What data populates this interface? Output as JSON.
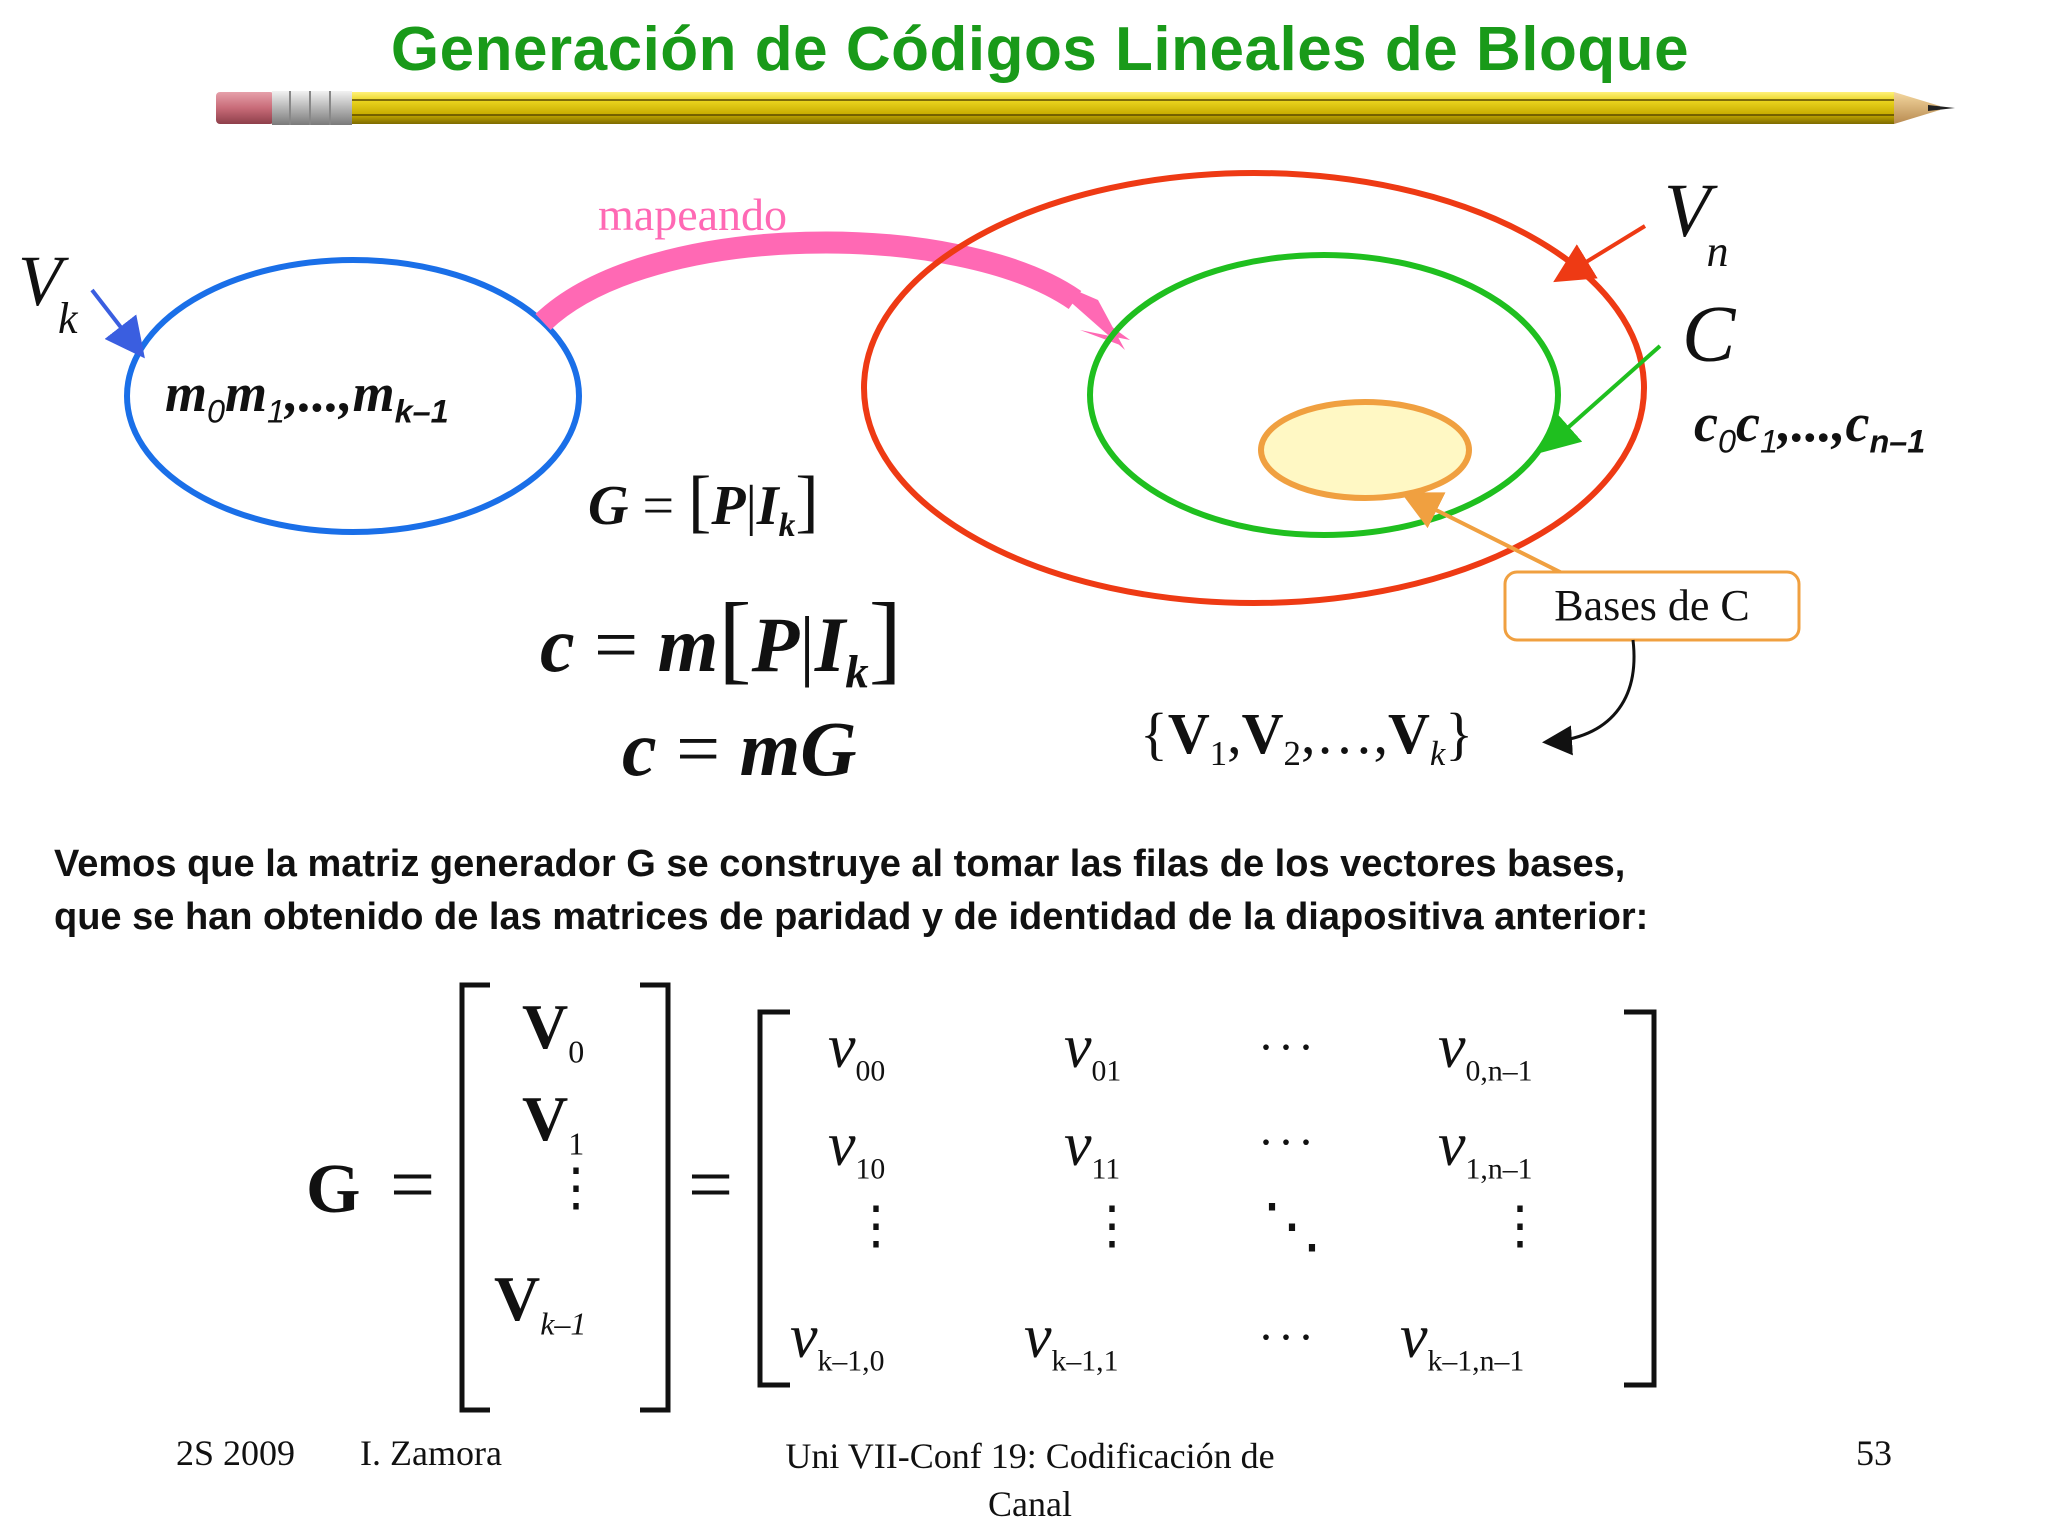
{
  "title": "Generación de Códigos Lineales de Bloque",
  "diagram": {
    "vk_label": "V",
    "vk_sub": "k",
    "message": {
      "base": "m",
      "sub0": "0",
      "sub1": "1",
      "sep": ",...,",
      "subk": "k–1"
    },
    "mapping_label": "mapeando",
    "vn_label": "V",
    "vn_sub": "n",
    "c_label": "C",
    "codeword": {
      "base": "c",
      "sub0": "0",
      "sub1": "1",
      "sep": ",...,",
      "subn": "n–1"
    },
    "bases_label": "Bases de C",
    "basis_set": {
      "open": "{",
      "v": "V",
      "s1": "1",
      "s2": "2",
      "sk": "k",
      "comma": ",",
      "ellipsis": "…",
      "close": "}"
    }
  },
  "equations": {
    "eq1": {
      "G": "G",
      "eq": "=",
      "P": "P",
      "I": "I",
      "k": "k"
    },
    "eq2": {
      "c": "c",
      "eq": "=",
      "m": "m",
      "P": "P",
      "I": "I",
      "k": "k"
    },
    "eq3": {
      "c": "c",
      "eq": "=",
      "mG": "mG"
    }
  },
  "paragraph": {
    "line1": "Vemos que la matriz generador G se construye al tomar las filas de los vectores bases,",
    "line2": "que se han obtenido de las matrices de paridad y de identidad de la diapositiva anterior:"
  },
  "matrix": {
    "G": "G",
    "eq": "=",
    "rows": [
      {
        "V": "V",
        "sub": "0"
      },
      {
        "V": "V",
        "sub": "1"
      },
      {
        "V": "V",
        "sub": "k–1"
      }
    ],
    "v": "v",
    "cells": {
      "r0": [
        "00",
        "01",
        "0,n–1"
      ],
      "r1": [
        "10",
        "11",
        "1,n–1"
      ],
      "r3": [
        "k–1,0",
        "k–1,1",
        "k–1,n–1"
      ]
    },
    "hdots": "···",
    "vdots": "⋮",
    "ddots": "⋱"
  },
  "footer": {
    "semester": "2S 2009",
    "author": "I. Zamora",
    "course_line1": "Uni VII-Conf 19: Codificación de",
    "course_line2": "Canal",
    "page": "53"
  },
  "colors": {
    "title": "#199a19",
    "vk_ellipse": "#1a6fe8",
    "vn_ellipse": "#ee3a14",
    "c_ellipse": "#1fbf1f",
    "bases_ellipse_fill": "#fff8c4",
    "bases_ellipse_stroke": "#f0a040",
    "mapping_arrow": "#ff69b4"
  }
}
